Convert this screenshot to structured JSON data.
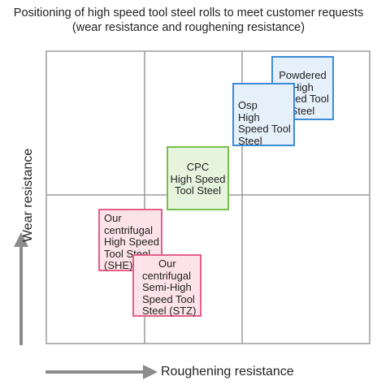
{
  "title": {
    "line1": "Positioning of high speed tool steel rolls to meet customer requests",
    "line2": "(wear resistance and roughening resistance)"
  },
  "axes": {
    "x_label": "Roughening resistance",
    "y_label": "Wear resistance"
  },
  "boxes": {
    "powdered": {
      "lines": [
        "Powdered",
        "High",
        "Speed Tool",
        "Steel"
      ],
      "color": "#3b8bd6"
    },
    "osp": {
      "lines": [
        "Osp",
        "High",
        "Speed Tool",
        "Steel"
      ],
      "color": "#3b8bd6"
    },
    "cpc": {
      "lines": [
        "CPC",
        "High Speed",
        "Tool Steel"
      ],
      "color": "#78bf4e"
    },
    "she": {
      "lines": [
        "Our",
        "centrifugal",
        "High Speed",
        "Tool Steel",
        "(SHE)"
      ],
      "color": "#e55f8a"
    },
    "stz": {
      "lines": [
        "Our",
        "centrifugal",
        "Semi-High",
        "Speed Tool",
        "Steel (STZ)"
      ],
      "color": "#e55f8a"
    }
  },
  "colors": {
    "grid": "#9a9a9a",
    "arrow": "#8c8c8c"
  }
}
